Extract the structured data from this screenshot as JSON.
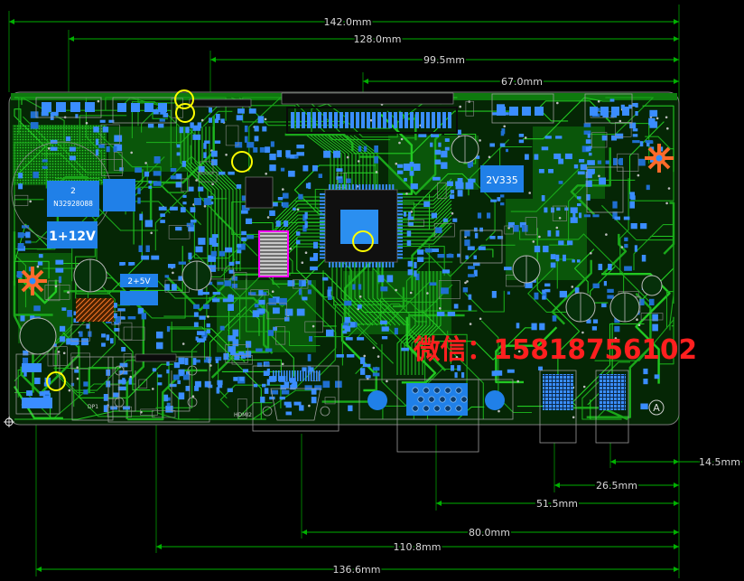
{
  "dimensions": {
    "top": [
      "142.0mm",
      "128.0mm",
      "99.5mm",
      "67.0mm"
    ],
    "right": [
      "14.5mm"
    ],
    "bottom": [
      "26.5mm",
      "51.5mm",
      "80.0mm",
      "110.8mm",
      "136.6mm"
    ]
  },
  "components": {
    "regulator_number": "2",
    "regulator_part": "N32928088",
    "rail_12v": "1+12V",
    "rail_5v": "2+5V",
    "rail_3v3": "2V335",
    "connector_dp": "DP1",
    "connector_hdmi": "HDMI2",
    "corner_mark": "A"
  },
  "watermark": "微信：15818756102",
  "colors": {
    "background": "#000000",
    "trace": "#1aa81a",
    "trace_bright": "#22c822",
    "pad": "#3a8dff",
    "pad_dark": "#1f6fd0",
    "outline": "#8c8c8c",
    "via": "#bdbdbd",
    "marker": "#ffff00",
    "highlight": "#ff00ff",
    "copper_star": "#ff6a2a",
    "watermark": "#ff1f1f"
  }
}
